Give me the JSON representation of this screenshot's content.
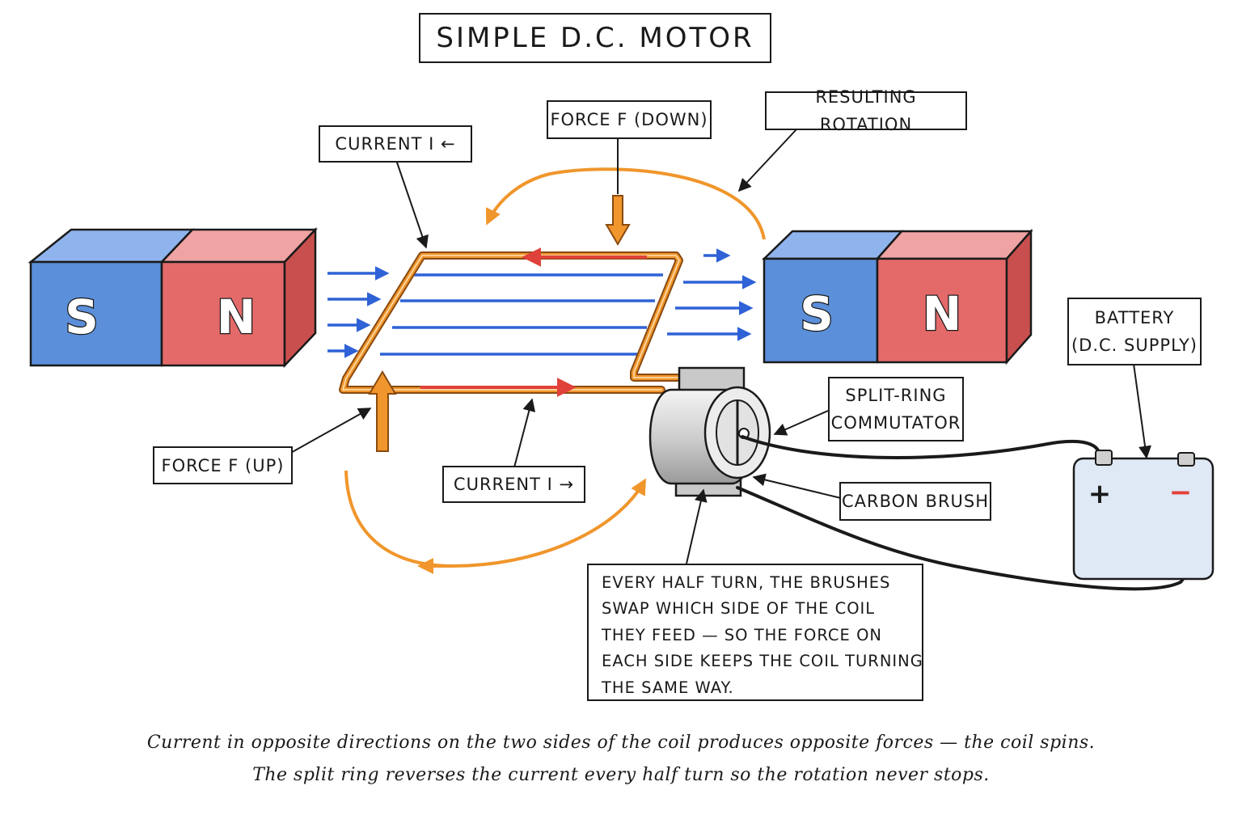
{
  "title": "SIMPLE D.C. MOTOR",
  "labels": {
    "current_top": "CURRENT I ←",
    "force_down": "FORCE F (DOWN)",
    "resulting_rotation": "RESULTING ROTATION",
    "force_up": "FORCE F (UP)",
    "current_bottom": "CURRENT I →",
    "split_ring_line1": "SPLIT-RING",
    "split_ring_line2": "COMMUTATOR",
    "carbon_brush": "CARBON BRUSH",
    "battery_line1": "BATTERY",
    "battery_line2": "(D.C. SUPPLY)"
  },
  "magnets": {
    "left": {
      "south": "S",
      "north": "N"
    },
    "right": {
      "south": "S",
      "north": "N"
    }
  },
  "battery_terminals": {
    "positive": "+",
    "negative": "−"
  },
  "note_lines": [
    "EVERY HALF TURN, THE BRUSHES",
    "SWAP WHICH SIDE OF THE COIL",
    "THEY FEED — SO THE FORCE ON",
    "EACH SIDE KEEPS THE COIL TURNING",
    "THE SAME WAY."
  ],
  "caption_lines": [
    "Current in opposite directions on the two sides of the coil produces opposite forces — the coil spins.",
    "The split ring reverses the current every half turn so the rotation never stops."
  ],
  "colors": {
    "south_pole": "#5b8fd9",
    "north_pole": "#e46a6a",
    "coil": "#f0962c",
    "field_lines": "#2e62d6",
    "current_arrow": "#e0413a",
    "rotation_arrow": "#f0962c",
    "battery": "#dfe8f5"
  }
}
